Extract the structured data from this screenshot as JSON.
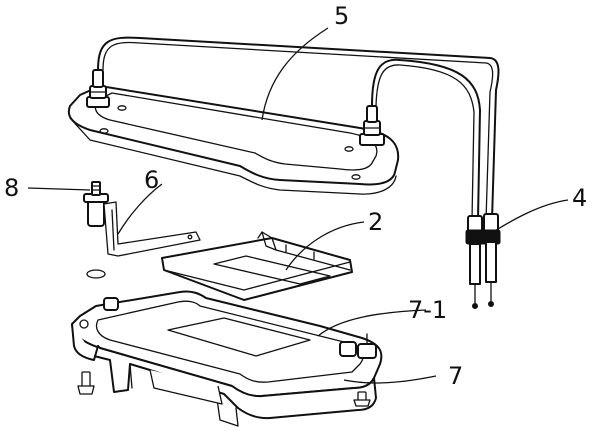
{
  "labels": {
    "lid": "5",
    "leads": "4",
    "rack": "2",
    "electrode_strip": "6",
    "terminal": "8",
    "tank": "7",
    "tank_rim": "7-1"
  }
}
